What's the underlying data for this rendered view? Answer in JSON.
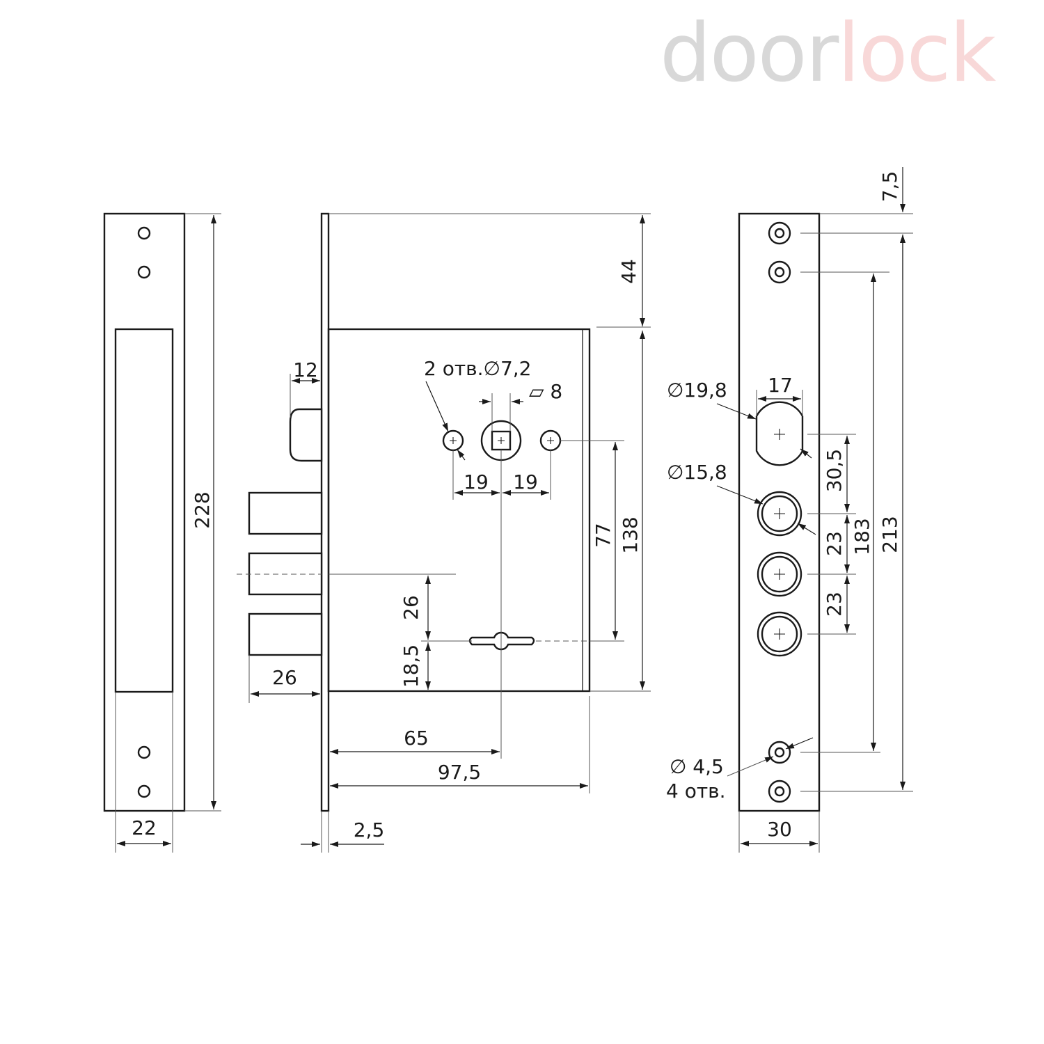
{
  "logo": {
    "part1": "door",
    "part2": "lock",
    "color_part1": "#d8d8d8",
    "color_part2": "#f8d8d8"
  },
  "strike_plate": {
    "height": "228",
    "width": "22"
  },
  "lock_body": {
    "backset_top": "44",
    "latch_width": "12",
    "holes_note": "2 отв.∅7,2",
    "spindle_square": "⏥ 8",
    "handle_left": "19",
    "handle_right": "19",
    "handle_to_key": "77",
    "case_height": "138",
    "bolt_to_key": "26",
    "key_to_bottom": "18,5",
    "bolt_length": "26",
    "backset": "65",
    "case_depth": "97,5",
    "faceplate_thickness": "2,5"
  },
  "faceplate": {
    "top_offset": "7,5",
    "cylinder_large": "∅19,8",
    "cylinder_width": "17",
    "cylinder_small": "∅15,8",
    "spacing_1": "30,5",
    "spacing_2": "23",
    "spacing_3": "23",
    "hole_span_inner": "183",
    "hole_span_outer": "213",
    "screw_holes": "∅ 4,5",
    "screw_holes_count": "4 отв.",
    "width": "30"
  }
}
